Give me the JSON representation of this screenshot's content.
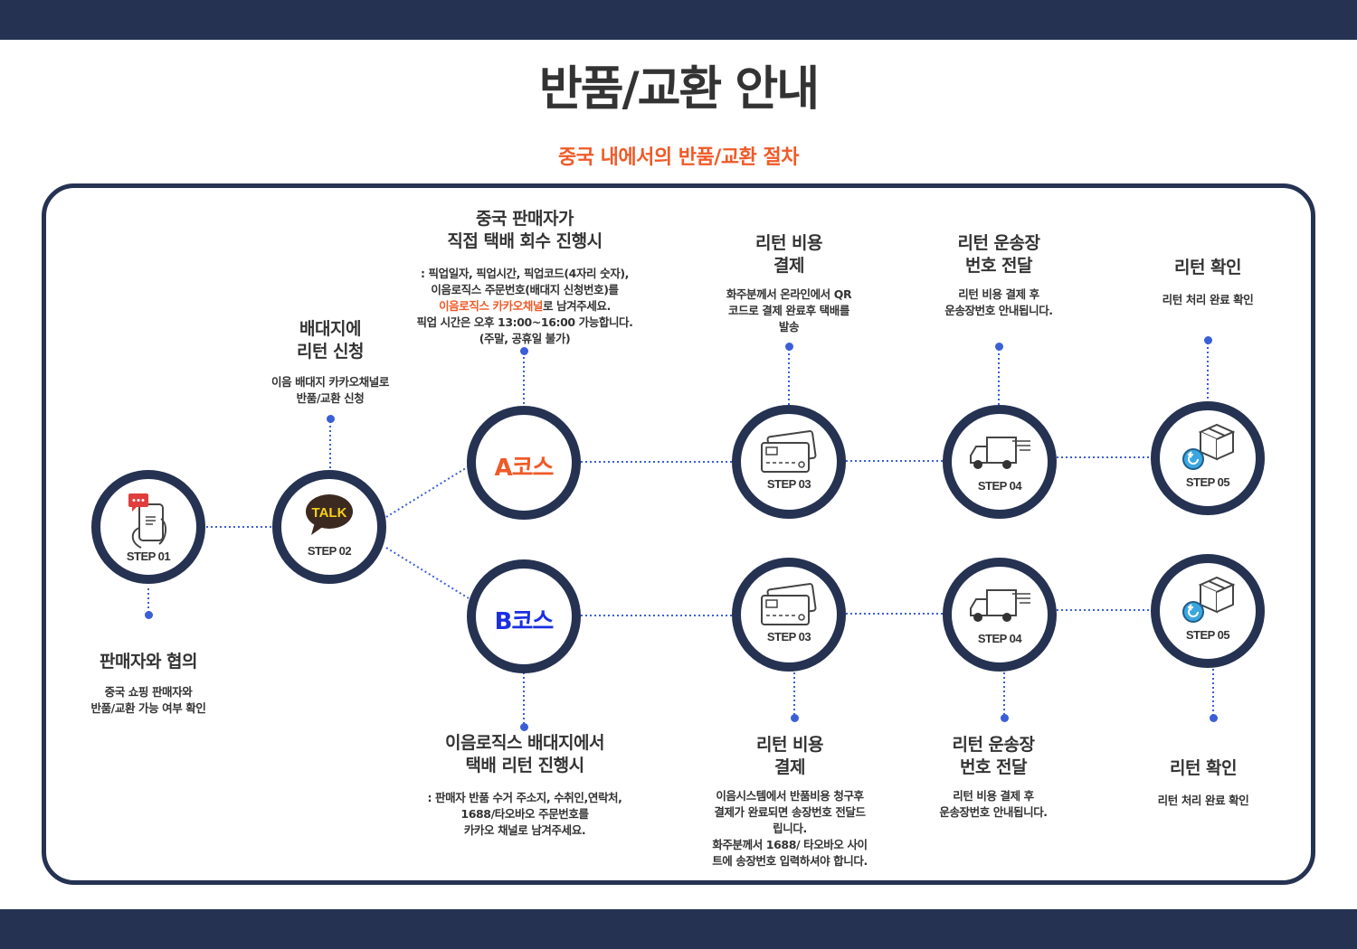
{
  "page": {
    "title": "반품/교환 안내",
    "subtitle": "중국 내에서의 반품/교환 절차"
  },
  "colors": {
    "navy": "#253252",
    "accent": "#f05a28",
    "dot": "#3b5fd6",
    "course_b": "#1a2fe0",
    "talk": "#f7d117"
  },
  "nodes": {
    "step01": {
      "label": "STEP 01",
      "icon": "phone-chat-icon"
    },
    "step02": {
      "label": "STEP 02",
      "icon": "kakao-talk-icon",
      "talk": "TALK"
    },
    "course_a": {
      "label": "A코스"
    },
    "course_b": {
      "label": "B코스"
    },
    "a_step03": {
      "label": "STEP 03",
      "icon": "card-payment-icon"
    },
    "a_step04": {
      "label": "STEP 04",
      "icon": "delivery-truck-icon"
    },
    "a_step05": {
      "label": "STEP 05",
      "icon": "return-box-icon"
    },
    "b_step03": {
      "label": "STEP 03",
      "icon": "card-payment-icon"
    },
    "b_step04": {
      "label": "STEP 04",
      "icon": "delivery-truck-icon"
    },
    "b_step05": {
      "label": "STEP 05",
      "icon": "return-box-icon"
    }
  },
  "labels": {
    "step01": {
      "title": "판매자와 협의",
      "desc": [
        "중국 쇼핑 판매자와",
        "반품/교환 가능 여부 확인"
      ]
    },
    "step02": {
      "title": [
        "배대지에",
        "리턴 신청"
      ],
      "desc": [
        "이음 배대지 카카오채널로",
        "반품/교환 신청"
      ]
    },
    "course_a": {
      "title": [
        "중국 판매자가",
        "직접 택배 회수 진행시"
      ],
      "desc1": ": 픽업일자, 픽업시간, 픽업코드(4자리 숫자),",
      "desc2": "이음로직스 주문번호(배대지 신청번호)를",
      "desc3_highlight": "이음로직스 카카오채널",
      "desc3_rest": "로 남겨주세요.",
      "desc4": "픽업 시간은 오후 13:00~16:00 가능합니다.",
      "desc5": "(주말, 공휴일 불가)"
    },
    "a_step03": {
      "title": [
        "리턴 비용",
        "결제"
      ],
      "desc": [
        "화주분께서 온라인에서 QR",
        "코드로 결제 완료후 택배를",
        "발송"
      ]
    },
    "a_step04": {
      "title": [
        "리턴 운송장",
        "번호 전달"
      ],
      "desc": [
        "리턴 비용 결제 후",
        "운송장번호 안내됩니다."
      ]
    },
    "a_step05": {
      "title": "리턴 확인",
      "desc": "리턴 처리 완료 확인"
    },
    "course_b": {
      "title": [
        "이음로직스 배대지에서",
        "택배 리턴 진행시"
      ],
      "desc": [
        ": 판매자 반품 수거 주소지, 수취인,연락처,",
        "1688/타오바오 주문번호를",
        "카카오 채널로 남겨주세요."
      ]
    },
    "b_step03": {
      "title": [
        "리턴 비용",
        "결제"
      ],
      "desc": [
        "이음시스템에서 반품비용 청구후",
        "결제가 완료되면 송장번호 전달드",
        "립니다.",
        "화주분께서 1688/ 타오바오 사이",
        "트에 송장번호 입력하셔야 합니다."
      ]
    },
    "b_step04": {
      "title": [
        "리턴 운송장",
        "번호 전달"
      ],
      "desc": [
        "리턴 비용 결제 후",
        "운송장번호 안내됩니다."
      ]
    },
    "b_step05": {
      "title": "리턴 확인",
      "desc": "리턴 처리 완료 확인"
    }
  }
}
